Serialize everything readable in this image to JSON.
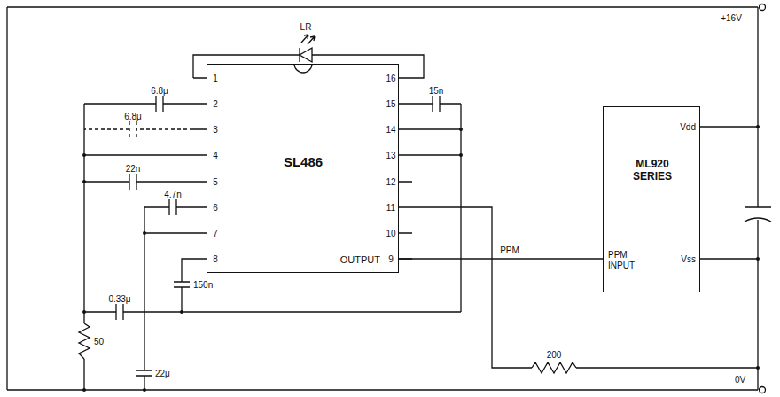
{
  "diagram": {
    "nodes": [
      {
        "text": [
          "SL486",
          "OUTPUT"
        ]
      },
      {
        "text": [
          "ML920 SERIES",
          "Vdd",
          "PPM INPUT",
          "Vss"
        ]
      }
    ],
    "edges": [
      {
        "from": 0,
        "to": 1,
        "arrow": "none",
        "label": "PPM"
      }
    ],
    "labels": [
      "+16V",
      "0V",
      "LR",
      "6.8μ",
      "6.8μ",
      "22n",
      "4.7n",
      "150n",
      "15n",
      "0.33μ",
      "50",
      "22μ",
      "200",
      "1",
      "2",
      "3",
      "4",
      "5",
      "6",
      "7",
      "8",
      "16",
      "15",
      "14",
      "13",
      "12",
      "11",
      "10",
      "9"
    ]
  }
}
